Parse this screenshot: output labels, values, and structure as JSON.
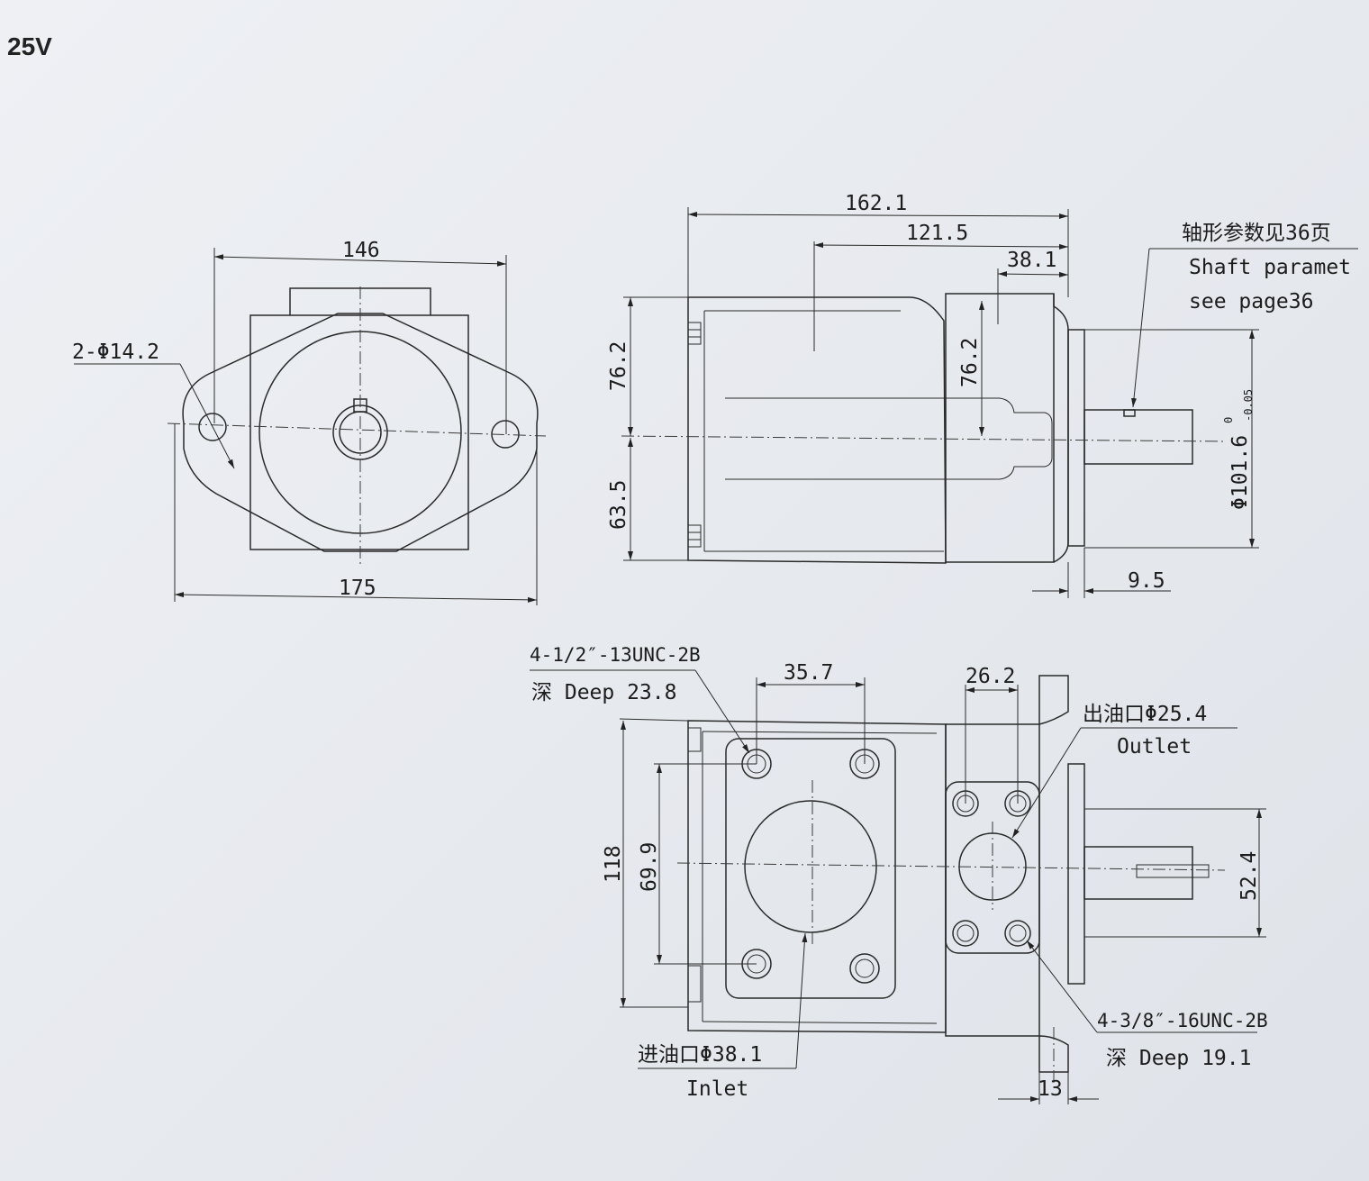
{
  "title": "25V",
  "front_view": {
    "dim_146": "146",
    "dim_175": "175",
    "hole_callout": "2-Φ14.2"
  },
  "side_view": {
    "dim_162_1": "162.1",
    "dim_121_5": "121.5",
    "dim_38_1": "38.1",
    "dim_76_2_left": "76.2",
    "dim_63_5": "63.5",
    "dim_76_2_right": "76.2",
    "dim_101_6": "Φ101.6",
    "tol_upper": "0",
    "tol_lower": "-0.05",
    "dim_9_5": "9.5",
    "shaft_note_cn": "轴形参数见36页",
    "shaft_note_en": "Shaft paramet",
    "shaft_note_page": "see page36"
  },
  "port_view": {
    "dim_118": "118",
    "dim_69_9": "69.9",
    "dim_35_7": "35.7",
    "dim_26_2": "26.2",
    "dim_52_4": "52.4",
    "dim_13": "13",
    "inlet_thread_spec": "4-1/2″-13UNC-2B",
    "inlet_thread_depth": "深 Deep 23.8",
    "outlet_label": "出油口Φ25.4",
    "outlet_label_en": "Outlet",
    "outlet_thread_spec": "4-3/8″-16UNC-2B",
    "outlet_thread_depth": "深 Deep 19.1",
    "inlet_label": "进油口Φ38.1",
    "inlet_label_en": "Inlet"
  }
}
